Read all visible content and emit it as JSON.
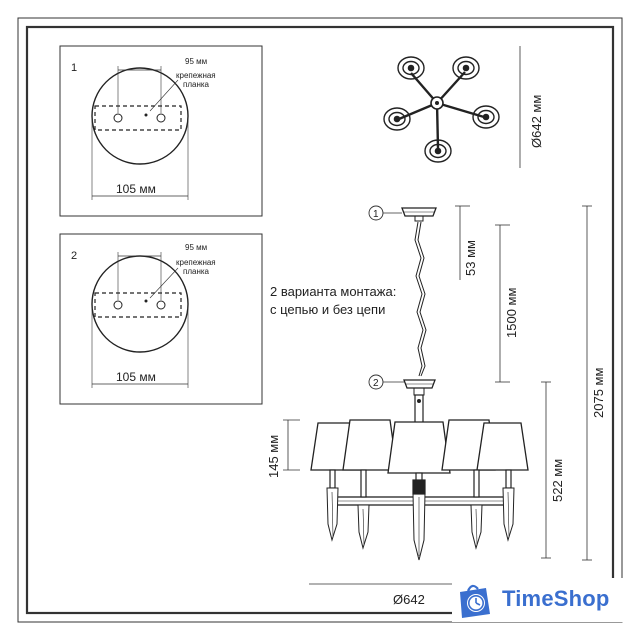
{
  "panel1": {
    "number": "1",
    "span_label": "95 мм",
    "plate_label_1": "крепежная",
    "plate_label_2": "планка",
    "width_label": "105 мм"
  },
  "panel2": {
    "number": "2",
    "span_label": "95 мм",
    "plate_label_1": "крепежная",
    "plate_label_2": "планка",
    "width_label": "105 мм"
  },
  "top_view": {
    "diameter_label": "Ø642 мм"
  },
  "mounting_note": {
    "line1": "2 варианта монтажа:",
    "line2": "с цепью и без цепи"
  },
  "markers": {
    "m1": "1",
    "m2": "2"
  },
  "dimensions": {
    "d53": "53 мм",
    "d1500": "1500 мм",
    "d2075": "2075 мм",
    "d145": "145 мм",
    "d522": "522 мм",
    "d642": "Ø642"
  },
  "watermark": {
    "text": "TimeShop",
    "icon": "clock-bag-icon",
    "color": "#3a6fcf"
  }
}
